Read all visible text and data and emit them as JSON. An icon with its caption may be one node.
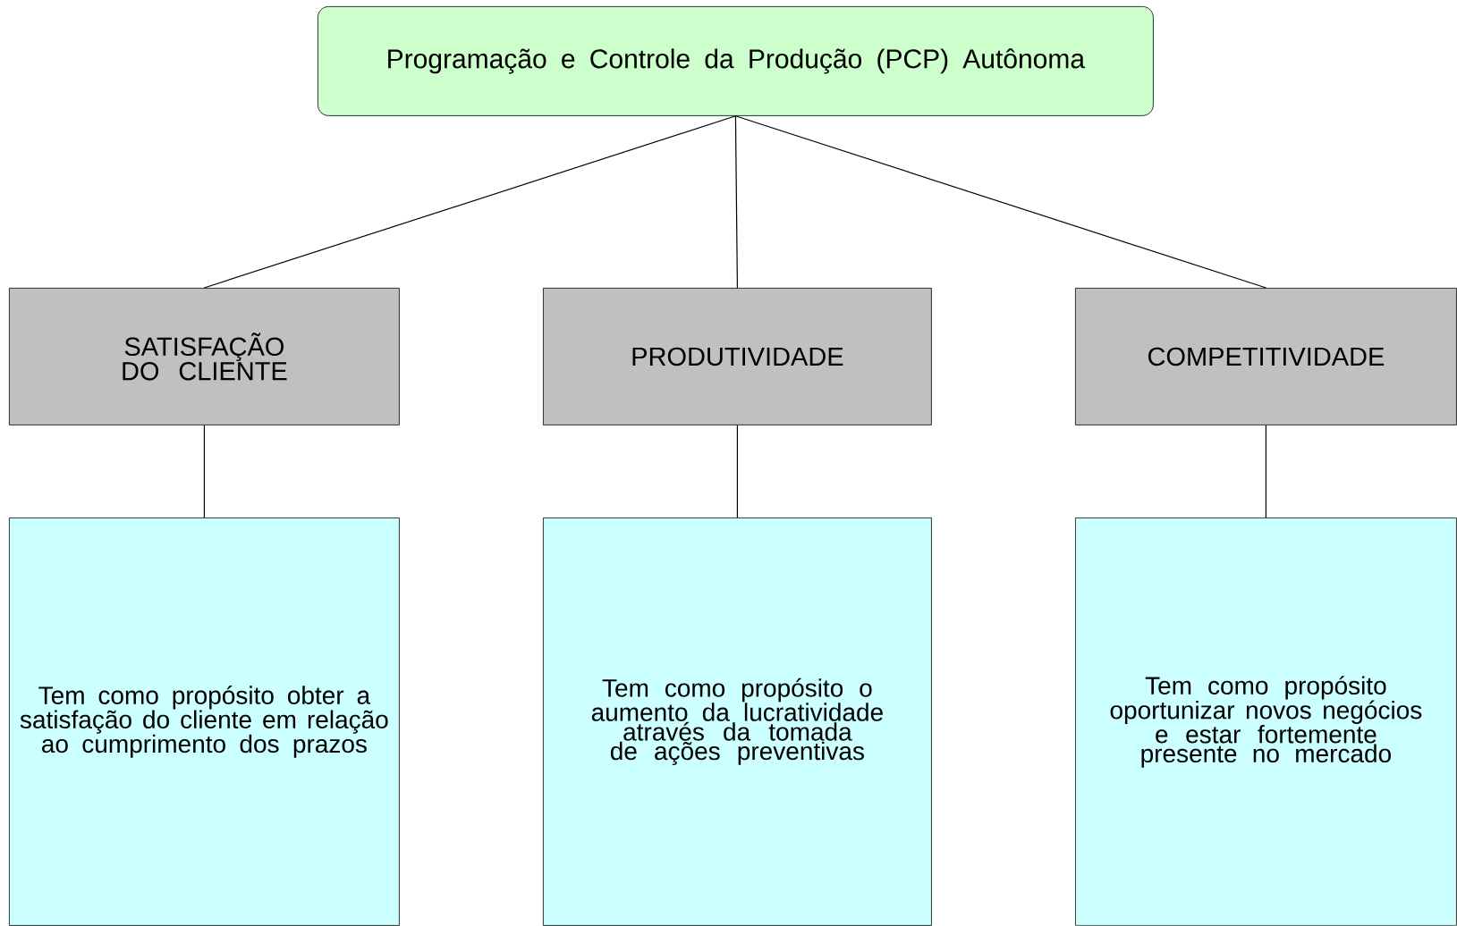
{
  "diagram": {
    "nodes": [
      {
        "text": [
          "Programação e Controle da Produção (PCP) Autônoma"
        ]
      },
      {
        "text": [
          "SATISFAÇÃO DO CLIENTE"
        ]
      },
      {
        "text": [
          "PRODUTIVIDADE"
        ]
      },
      {
        "text": [
          "COMPETITIVIDADE"
        ]
      },
      {
        "text": [
          "Tem como propósito obter a satisfação do cliente em relação ao cumprimento dos prazos"
        ]
      },
      {
        "text": [
          "Tem como propósito o aumento da lucratividade através da tomada de ações preventivas"
        ]
      },
      {
        "text": [
          "Tem como propósito oportunizar novos negócios e estar fortemente presente no mercado"
        ]
      }
    ],
    "edges": [
      {
        "from": 0,
        "to": 1,
        "arrow": "none"
      },
      {
        "from": 0,
        "to": 2,
        "arrow": "none"
      },
      {
        "from": 0,
        "to": 3,
        "arrow": "none"
      },
      {
        "from": 1,
        "to": 4,
        "arrow": "none"
      },
      {
        "from": 2,
        "to": 5,
        "arrow": "none"
      },
      {
        "from": 3,
        "to": 6,
        "arrow": "none"
      }
    ]
  }
}
